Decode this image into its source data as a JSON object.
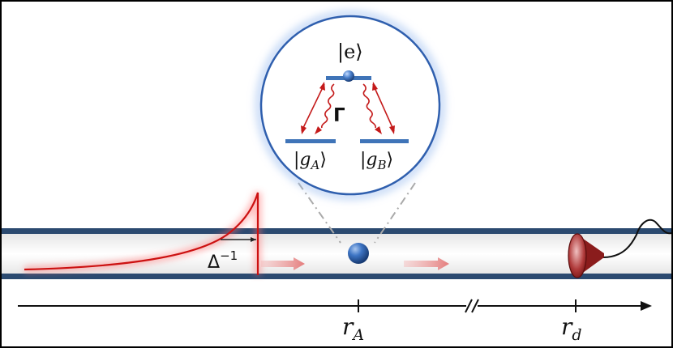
{
  "levels": {
    "excited": "|e⟩",
    "ground_a": {
      "open": "|",
      "var": "g",
      "sub": "A",
      "close": "⟩"
    },
    "ground_b": {
      "open": "|",
      "var": "g",
      "sub": "B",
      "close": "⟩"
    },
    "decay": "Γ"
  },
  "pulse": {
    "width_base": "Δ",
    "width_exp": "−1"
  },
  "axis": {
    "atom_pos": {
      "var": "r",
      "sub": "A"
    },
    "detector_pos": {
      "var": "r",
      "sub": "d"
    },
    "break_mark": "//"
  },
  "colors": {
    "waveguide": "#2b4a70",
    "pulse": "#cc1111",
    "atom": "#3d74c4",
    "magnifier_ring": "#4a78c0",
    "level_bar": "#3f74b8",
    "transition": "#c41a1a",
    "detector": "#8a1c1c"
  },
  "icons": [
    "atom-sphere",
    "photodetector-icon",
    "propagation-arrow"
  ]
}
